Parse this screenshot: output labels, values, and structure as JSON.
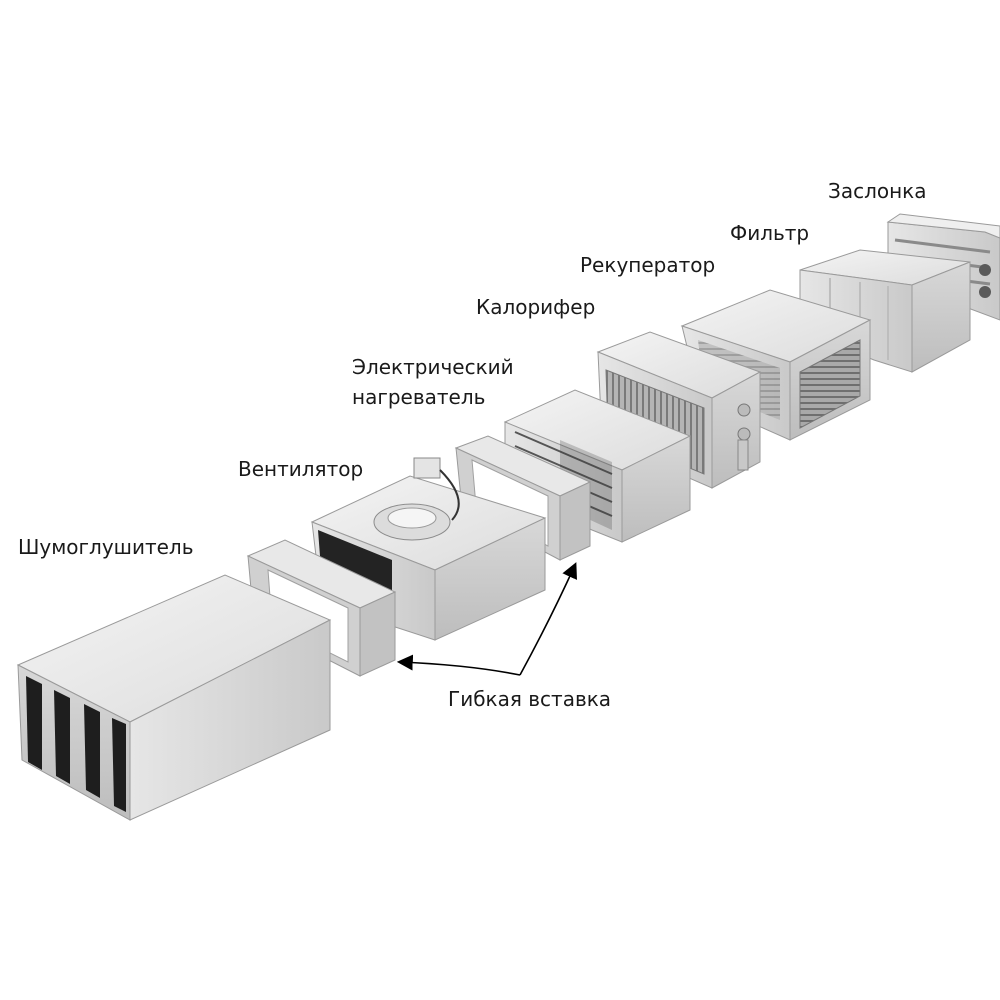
{
  "labels": {
    "silencer": "Шумоглушитель",
    "fan": "Вентилятор",
    "electric_heater_line1": "Электрический",
    "electric_heater_line2": "нагреватель",
    "water_heater": "Калорифер",
    "recuperator": "Рекуператор",
    "filter": "Фильтр",
    "damper": "Заслонка",
    "flexible_connector": "Гибкая вставка"
  },
  "colors": {
    "metal_light": "#ececec",
    "metal_mid": "#d2d2d2",
    "metal_dark": "#b4b4b4",
    "edge": "#9a9a9a",
    "opening": "#1e1e1e",
    "fins": "#7d7d7d",
    "arrow": "#000000"
  }
}
